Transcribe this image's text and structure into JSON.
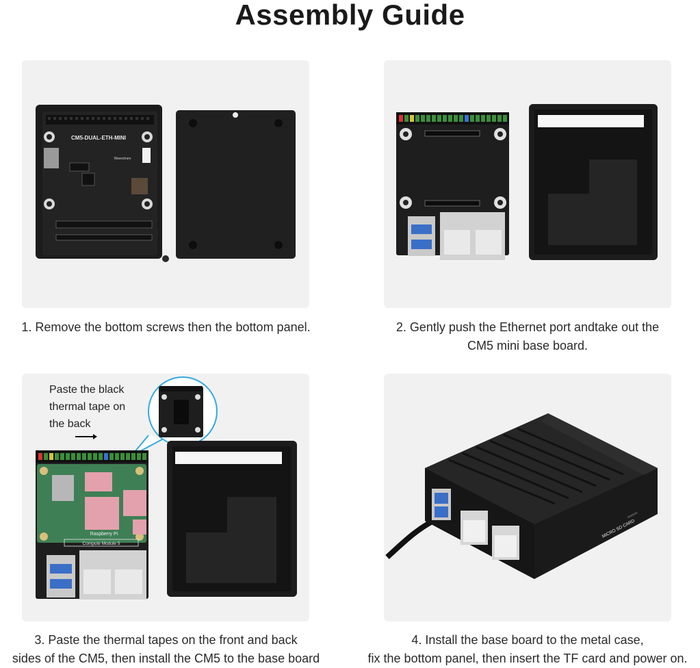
{
  "page": {
    "title": "Assembly Guide"
  },
  "steps": [
    {
      "lines": [
        "1. Remove the bottom screws then the bottom panel."
      ],
      "board_label": "CM5-DUAL-ETH-MINI",
      "brand_label": "Waveshare"
    },
    {
      "lines": [
        "2. Gently push the Ethernet port andtake out the",
        "CM5 mini base board."
      ]
    },
    {
      "lines": [
        "3. Paste the thermal tapes on the front and back",
        "sides of the CM5, then install the CM5 to the base board"
      ],
      "note_lines": [
        "Paste the black",
        "thermal tape on",
        "the back"
      ],
      "module_label_1": "Raspberry Pi",
      "module_label_2": "Compute Module 5"
    },
    {
      "lines": [
        "4. Install the base board to the metal case,",
        "fix the bottom panel, then insert the TF card and power on."
      ],
      "case_label": "MICRO SD CARD"
    }
  ],
  "colors": {
    "panel_bg": "#f1f1f1",
    "case_black": "#1c1c1c",
    "pcb_green": "#3f7f55",
    "thermal_pink": "#e3a1ad",
    "callout_blue": "#33a9e0"
  }
}
